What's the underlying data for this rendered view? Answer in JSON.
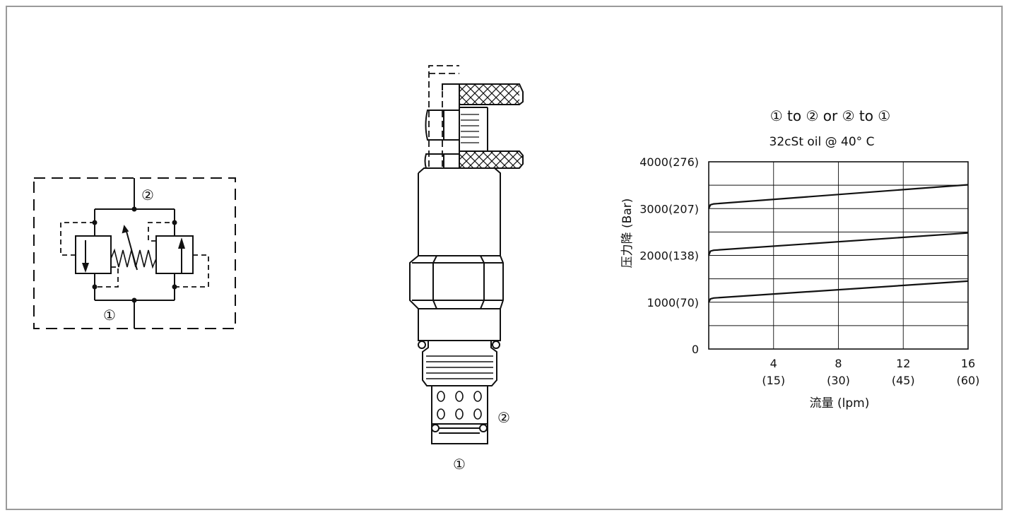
{
  "schematic": {
    "port2": "②",
    "port1": "①"
  },
  "cartridge": {
    "port2": "②",
    "port1": "①"
  },
  "chart_data": {
    "type": "line",
    "title": "① to ② or ② to ①",
    "subtitle": "32cSt oil @ 40°  C",
    "xlabel": "流量 (lpm)",
    "ylabel": "压力降 (Bar)",
    "x_ticks": [
      {
        "top": "4",
        "bottom": "(15)"
      },
      {
        "top": "8",
        "bottom": "(30)"
      },
      {
        "top": "12",
        "bottom": "(45)"
      },
      {
        "top": "16",
        "bottom": "(60)"
      }
    ],
    "y_ticks": [
      "0",
      "1000(70)",
      "2000(138)",
      "3000(207)",
      "4000(276)"
    ],
    "xlim": [
      0,
      16
    ],
    "ylim": [
      0,
      4000
    ],
    "grid": true,
    "series": [
      {
        "x": [
          0,
          0.1,
          0.3,
          16
        ],
        "values": [
          1000,
          1070,
          1090,
          1450
        ]
      },
      {
        "x": [
          0,
          0.1,
          0.3,
          16
        ],
        "values": [
          2000,
          2090,
          2110,
          2480
        ]
      },
      {
        "x": [
          0,
          0.1,
          0.3,
          16
        ],
        "values": [
          3000,
          3080,
          3100,
          3510
        ]
      }
    ]
  }
}
